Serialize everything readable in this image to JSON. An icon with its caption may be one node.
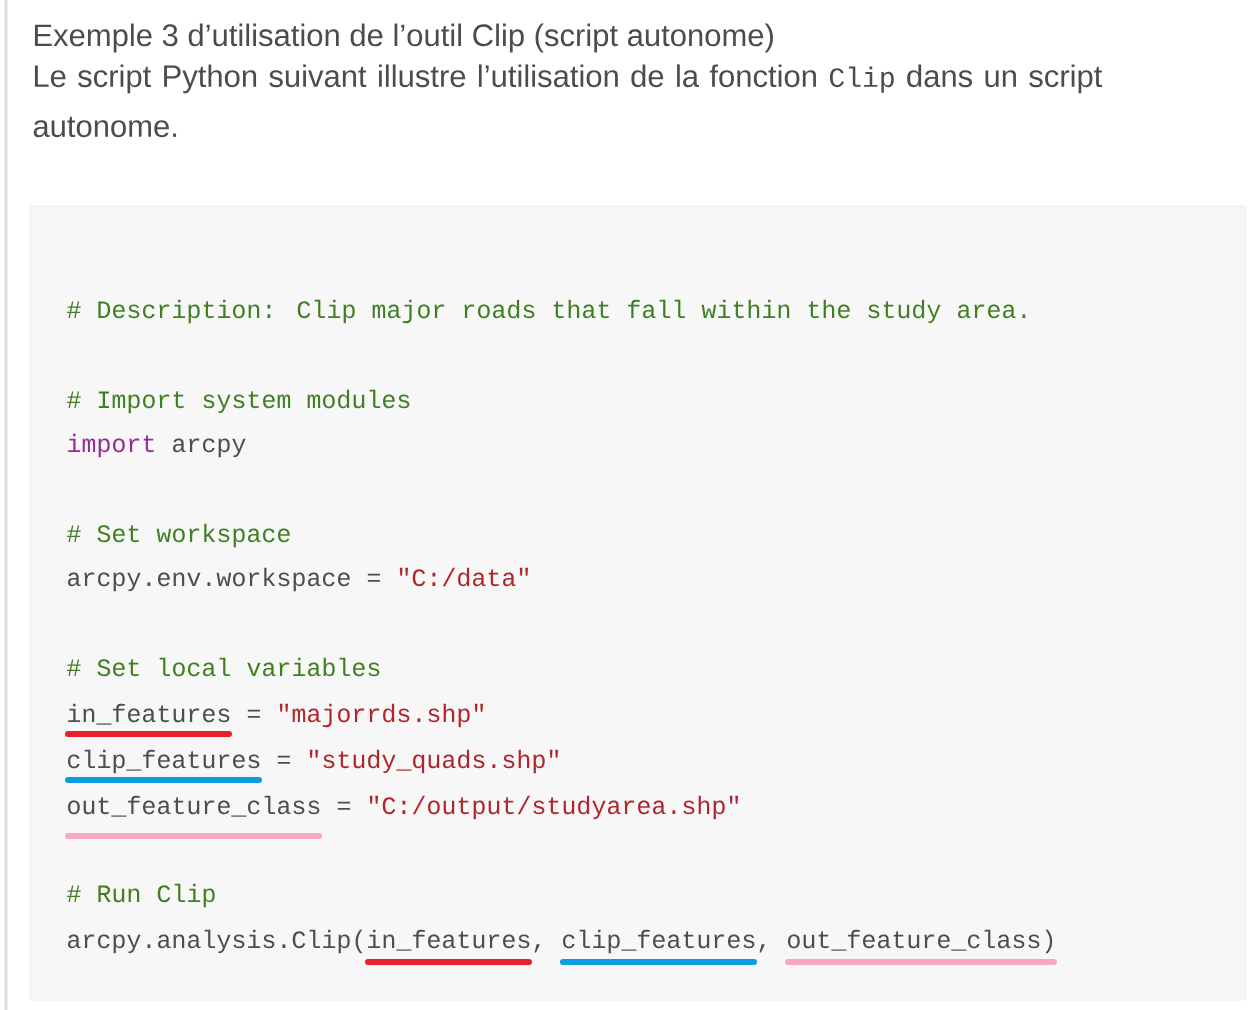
{
  "diagram": {
    "title": "Exemple 3 d’utilisation de l’outil Clip (script autonome)",
    "labels": [
      "Le script Python suivant illustre l’utilisation de la fonction",
      "Clip",
      "dans un script autonome.",
      "# Description: Clip major roads that fall within the study area.",
      "# Import system modules",
      "import",
      "arcpy",
      "# Set workspace",
      "arcpy.env.workspace =",
      "\"C:/data\"",
      "# Set local variables",
      "in_features =",
      "\"majorrds.shp\"",
      "clip_features =",
      "\"study_quads.shp\"",
      "out_feature_class =",
      "\"C:/output/studyarea.shp\"",
      "# Run Clip",
      "arcpy.analysis.Clip(in_features, clip_features, out_feature_class)"
    ]
  }
}
